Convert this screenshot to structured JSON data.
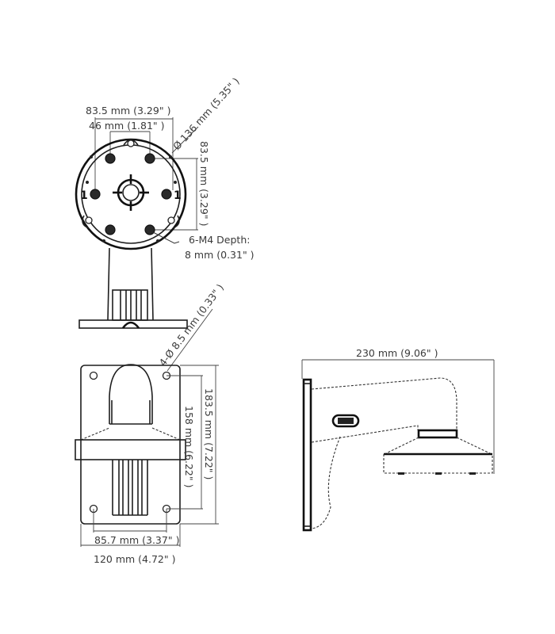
{
  "diagram": {
    "title": "Wall mount bracket dimensions",
    "views": {
      "top_view": {
        "labels": {
          "outer_bolt_span": "83.5 mm (3.29\" )",
          "inner_bolt_span": "46 mm (1.81\" )",
          "diameter": "Ø 136 mm (5.35\" )",
          "vertical_bolt_span": "83.5 mm (3.29\" )",
          "hole_callout_line1": "6-M4 Depth:",
          "hole_callout_line2": "8 mm (0.31\" )",
          "marker_left": "1",
          "marker_right": "1"
        }
      },
      "front_view": {
        "labels": {
          "mount_holes": "4-Ø 8.5 mm (0.33\" )",
          "overall_height": "183.5 mm (7.22\" )",
          "hole_vertical_span": "158 mm (6.22\" )",
          "hole_horizontal_span": "85.7 mm (3.37\" )",
          "overall_width": "120 mm (4.72\" )"
        }
      },
      "side_view": {
        "labels": {
          "overall_length": "230 mm (9.06\" )"
        }
      }
    },
    "colors": {
      "line": "#1e1e1e",
      "text": "#3a3a3a",
      "background": "#ffffff"
    }
  }
}
